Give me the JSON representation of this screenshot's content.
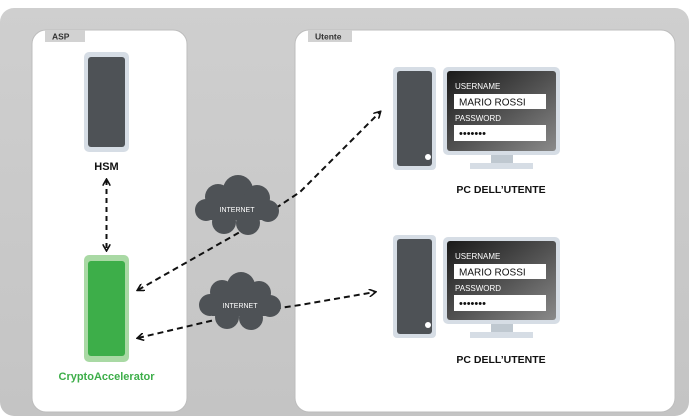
{
  "panels": {
    "asp": {
      "title": "ASP"
    },
    "utente": {
      "title": "Utente"
    }
  },
  "hsm": {
    "label": "HSM"
  },
  "accelerator": {
    "label": "CryptoAccelerator",
    "color": "#3dae49"
  },
  "clouds": [
    {
      "label": "INTERNET",
      "icon": "cloud-icon"
    },
    {
      "label": "INTERNET",
      "icon": "cloud-icon"
    }
  ],
  "pcs": [
    {
      "label": "PC DELL’UTENTE",
      "username_label": "USERNAME",
      "username_value": "MARIO ROSSI",
      "password_label": "PASSWORD",
      "password_value": "•••••••"
    },
    {
      "label": "PC DELL’UTENTE",
      "username_label": "USERNAME",
      "username_value": "MARIO ROSSI",
      "password_label": "PASSWORD",
      "password_value": "•••••••"
    }
  ]
}
